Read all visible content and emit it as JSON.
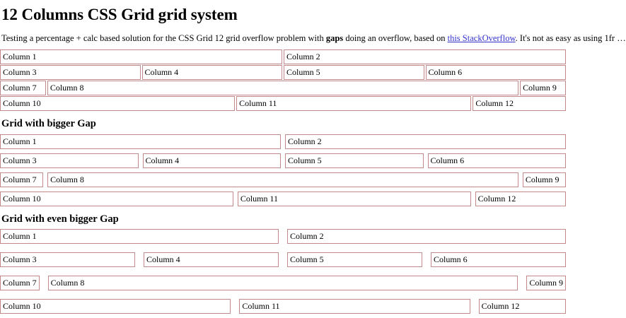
{
  "page": {
    "title": "12 Columns CSS Grid grid system",
    "intro": {
      "before_strong": "Testing a percentage + calc based solution for the CSS Grid 12 grid overflow problem with ",
      "strong": "gaps",
      "after_strong": " doing an overflow, based on ",
      "link_text": "this StackOverflow",
      "after_link": ". It's not as easy as using 1fr …",
      "link_color": "#3333cc"
    }
  },
  "style": {
    "cell_border_color": "#c08a8a",
    "background": "#ffffff",
    "text_color": "#000000"
  },
  "sections": [
    {
      "heading": "",
      "gap_class": "gap-small",
      "rows": [
        {
          "cells": [
            {
              "label": "Column 1",
              "span": 6
            },
            {
              "label": "Column 2",
              "span": 6
            }
          ]
        },
        {
          "cells": [
            {
              "label": "Column 3",
              "span": 3
            },
            {
              "label": "Column 4",
              "span": 3
            },
            {
              "label": "Column 5",
              "span": 3
            },
            {
              "label": "Column 6",
              "span": 3
            }
          ]
        },
        {
          "cells": [
            {
              "label": "Column 7",
              "span": 1
            },
            {
              "label": "Column 8",
              "span": 10
            },
            {
              "label": "Column 9",
              "span": 1
            }
          ]
        },
        {
          "cells": [
            {
              "label": "Column 10",
              "span": 5
            },
            {
              "label": "Column 11",
              "span": 5
            },
            {
              "label": "Column 12",
              "span": 2
            }
          ]
        }
      ]
    },
    {
      "heading": "Grid with bigger Gap",
      "gap_class": "gap-medium",
      "rows": [
        {
          "cells": [
            {
              "label": "Column 1",
              "span": 6
            },
            {
              "label": "Column 2",
              "span": 6
            }
          ]
        },
        {
          "cells": [
            {
              "label": "Column 3",
              "span": 3
            },
            {
              "label": "Column 4",
              "span": 3
            },
            {
              "label": "Column 5",
              "span": 3
            },
            {
              "label": "Column 6",
              "span": 3
            }
          ]
        },
        {
          "cells": [
            {
              "label": "Column 7",
              "span": 1
            },
            {
              "label": "Column 8",
              "span": 10
            },
            {
              "label": "Column 9",
              "span": 1
            }
          ]
        },
        {
          "cells": [
            {
              "label": "Column 10",
              "span": 5
            },
            {
              "label": "Column 11",
              "span": 5
            },
            {
              "label": "Column 12",
              "span": 2
            }
          ]
        }
      ]
    },
    {
      "heading": "Grid with even bigger Gap",
      "gap_class": "gap-large",
      "rows": [
        {
          "cells": [
            {
              "label": "Column 1",
              "span": 6
            },
            {
              "label": "Column 2",
              "span": 6
            }
          ]
        },
        {
          "cells": [
            {
              "label": "Column 3",
              "span": 3
            },
            {
              "label": "Column 4",
              "span": 3
            },
            {
              "label": "Column 5",
              "span": 3
            },
            {
              "label": "Column 6",
              "span": 3
            }
          ]
        },
        {
          "cells": [
            {
              "label": "Column 7",
              "span": 1
            },
            {
              "label": "Column 8",
              "span": 10
            },
            {
              "label": "Column 9",
              "span": 1
            }
          ]
        },
        {
          "cells": [
            {
              "label": "Column 10",
              "span": 5
            },
            {
              "label": "Column 11",
              "span": 5
            },
            {
              "label": "Column 12",
              "span": 2
            }
          ]
        }
      ]
    }
  ]
}
